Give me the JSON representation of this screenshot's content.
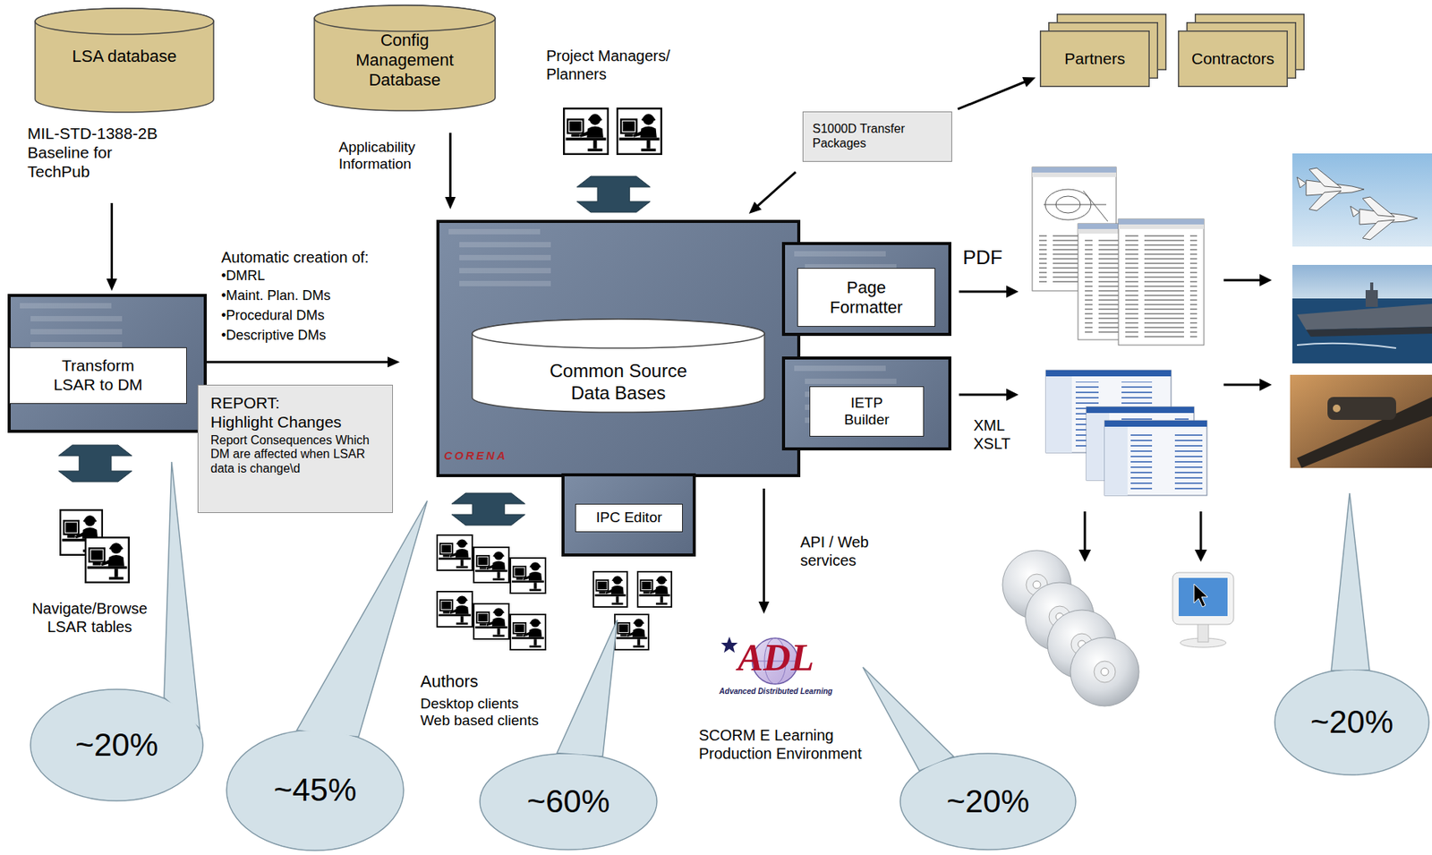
{
  "diagram": {
    "nodes": [
      {
        "text": [
          "LSA database"
        ]
      },
      {
        "text": [
          "Config Management Database"
        ]
      },
      {
        "text": [
          "Project Managers/ Planners"
        ]
      },
      {
        "text": [
          "Partners"
        ]
      },
      {
        "text": [
          "Contractors"
        ]
      },
      {
        "text": [
          "S1000D Transfer Packages"
        ]
      },
      {
        "text": [
          "Transform LSAR to DM"
        ]
      },
      {
        "text": [
          "CORENA"
        ]
      },
      {
        "text": [
          "Common Source Data Bases"
        ],
        "in": 7
      },
      {
        "text": [
          "Page Formatter"
        ]
      },
      {
        "text": [
          "IETP Builder"
        ]
      },
      {
        "text": [
          "IPC Editor"
        ]
      },
      {
        "text": [
          "REPORT:",
          "Highlight Changes",
          "Report Consequences Which DM are affected when LSAR data is change\\d"
        ]
      },
      {
        "text": [
          "Navigate/Browse LSAR tables"
        ]
      },
      {
        "text": [
          "Authors",
          "Desktop clients Web based clients"
        ]
      },
      {
        "text": [
          "ADL",
          "Advanced Distributed Learning",
          "SCORM E Learning Production Environment"
        ]
      },
      {
        "text": [
          "~20%"
        ]
      },
      {
        "text": [
          "~45%"
        ]
      },
      {
        "text": [
          "~60%"
        ]
      },
      {
        "text": [
          "~20%"
        ]
      },
      {
        "text": [
          "~20%"
        ]
      }
    ],
    "edges": [
      {
        "from": 0,
        "to": 6,
        "arrow": "to"
      },
      {
        "from": 1,
        "to": 7,
        "label": "Applicability Information",
        "arrow": "to"
      },
      {
        "from": 2,
        "to": 7,
        "arrow": "both"
      },
      {
        "from": 5,
        "to": 3,
        "arrow": "to"
      },
      {
        "from": 5,
        "to": 7,
        "arrow": "to"
      },
      {
        "from": 6,
        "to": 7,
        "arrow": "to"
      },
      {
        "from": 6,
        "to": 13,
        "arrow": "both"
      },
      {
        "from": 7,
        "to": 14,
        "arrow": "both"
      },
      {
        "from": 7,
        "to": 15,
        "label": "API / Web services",
        "arrow": "to"
      }
    ],
    "labels": [
      "MIL-STD-1388-2B Baseline for TechPub",
      "Automatic creation of:",
      "•DMRL",
      "•Maint. Plan. DMs",
      "•Procedural DMs",
      "•Descriptive DMs",
      "PDF",
      "XML XSLT"
    ]
  }
}
